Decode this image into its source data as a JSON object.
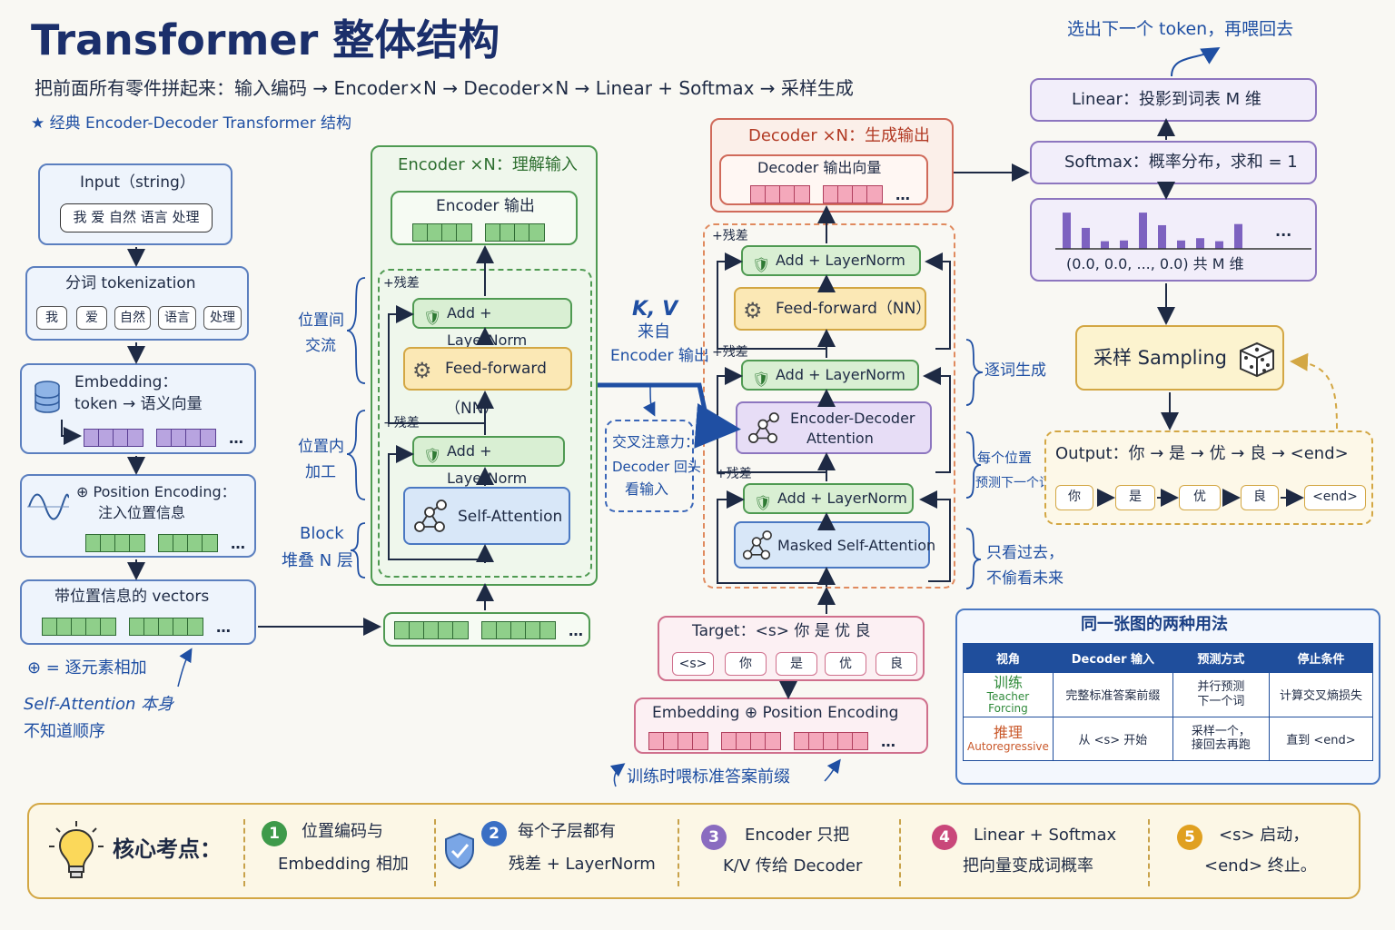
{
  "title": "Transformer 整体结构",
  "subtitle": "把前面所有零件拼起来：输入编码 → Encoder×N → Decoder×N → Linear + Softmax → 采样生成",
  "classic_label": "经典 Encoder-Decoder Transformer 结构",
  "top_right_note": "选出下一个 token，再喂回去",
  "input": {
    "title": "Input（string）",
    "text": "我 爱 自然 语言 处理"
  },
  "tokenization": {
    "title": "分词 tokenization",
    "tokens": [
      "我",
      "爱",
      "自然",
      "语言",
      "处理"
    ]
  },
  "embedding": {
    "title": "Embedding：",
    "subtitle": "token → 语义向量"
  },
  "position_encoding": {
    "title": "⊕ Position Encoding：",
    "subtitle": "注入位置信息"
  },
  "vectors_box": {
    "title": "带位置信息的 vectors"
  },
  "plus_note": "⊕ = 逐元素相加",
  "self_attention_note": [
    "Self-Attention 本身",
    "不知道顺序"
  ],
  "encoder": {
    "title": "Encoder ×N：理解输入",
    "output_title": "Encoder 输出",
    "residual": "+残差",
    "add_norm": "Add + LayerNorm",
    "feed_forward": "Feed-forward（NN）",
    "self_attention": "Self-Attention"
  },
  "encoder_side_notes": {
    "between_positions": [
      "位置间",
      "交流"
    ],
    "within_position": [
      "位置内",
      "加工"
    ],
    "block_stack": [
      "Block",
      "堆叠 N 层"
    ]
  },
  "kv": {
    "title": "K, V",
    "line2": "来自",
    "line3": "Encoder 输出"
  },
  "cross_attention_note": [
    "交叉注意力：",
    "Decoder 回头",
    "看输入"
  ],
  "decoder": {
    "title": "Decoder ×N：生成输出",
    "output_title": "Decoder 输出向量",
    "residual": "+残差",
    "add_norm": "Add + LayerNorm",
    "feed_forward": "Feed-forward（NN）",
    "cross_attention": [
      "Encoder-Decoder",
      "Attention"
    ],
    "masked_attention": "Masked Self-Attention"
  },
  "decoder_side_notes": {
    "word_by_word": "逐词生成",
    "each_position": [
      "每个位置",
      "预测下一个词"
    ],
    "only_past": [
      "只看过去，",
      "不偷看未来"
    ]
  },
  "target": {
    "title": "Target：<s>  你  是  优  良",
    "tokens": [
      "<s>",
      "你",
      "是",
      "优",
      "良"
    ]
  },
  "target_embedding": "Embedding ⊕ Position Encoding",
  "teacher_note": "训练时喂标准答案前缀",
  "linear": "Linear：投影到词表 M 维",
  "softmax": "Softmax：概率分布，求和 = 1",
  "distribution": {
    "caption": "(0.0, 0.0, ..., 0.0)   共 M 维",
    "bars": [
      0.95,
      0.55,
      0.2,
      0.22,
      0.95,
      0.62,
      0.22,
      0.28,
      0.2,
      0.65
    ]
  },
  "sampling": "采样 Sampling",
  "output": {
    "title": "Output：你 → 是 → 优 → 良 → <end>",
    "tokens": [
      "你",
      "是",
      "优",
      "良",
      "<end>"
    ]
  },
  "usage_table": {
    "title": "同一张图的两种用法",
    "headers": [
      "视角",
      "Decoder 输入",
      "预测方式",
      "停止条件"
    ],
    "rows": [
      {
        "mode": "训练",
        "mode_en": "Teacher Forcing",
        "input": "完整标准答案前缀",
        "predict": [
          "并行预测",
          "下一个词"
        ],
        "stop": "计算交叉熵损失"
      },
      {
        "mode": "推理",
        "mode_en": "Autoregressive",
        "input": "从 <s> 开始",
        "predict": [
          "采样一个，",
          "接回去再跑"
        ],
        "stop": "直到 <end>"
      }
    ]
  },
  "key_points": {
    "title": "核心考点：",
    "items": [
      {
        "num": "1",
        "line1": "位置编码与",
        "line2": "Embedding 相加",
        "color": "#3e9a4a"
      },
      {
        "num": "2",
        "line1": "每个子层都有",
        "line2": "残差 + LayerNorm",
        "color": "#3a6fc4"
      },
      {
        "num": "3",
        "line1": "Encoder 只把",
        "line2": "K/V 传给 Decoder",
        "color": "#8a6cc0"
      },
      {
        "num": "4",
        "line1": "Linear + Softmax",
        "line2": "把向量变成词概率",
        "color": "#c9477a"
      },
      {
        "num": "5",
        "line1": "<s> 启动，",
        "line2": "<end> 终止。",
        "color": "#e0a020"
      }
    ]
  }
}
